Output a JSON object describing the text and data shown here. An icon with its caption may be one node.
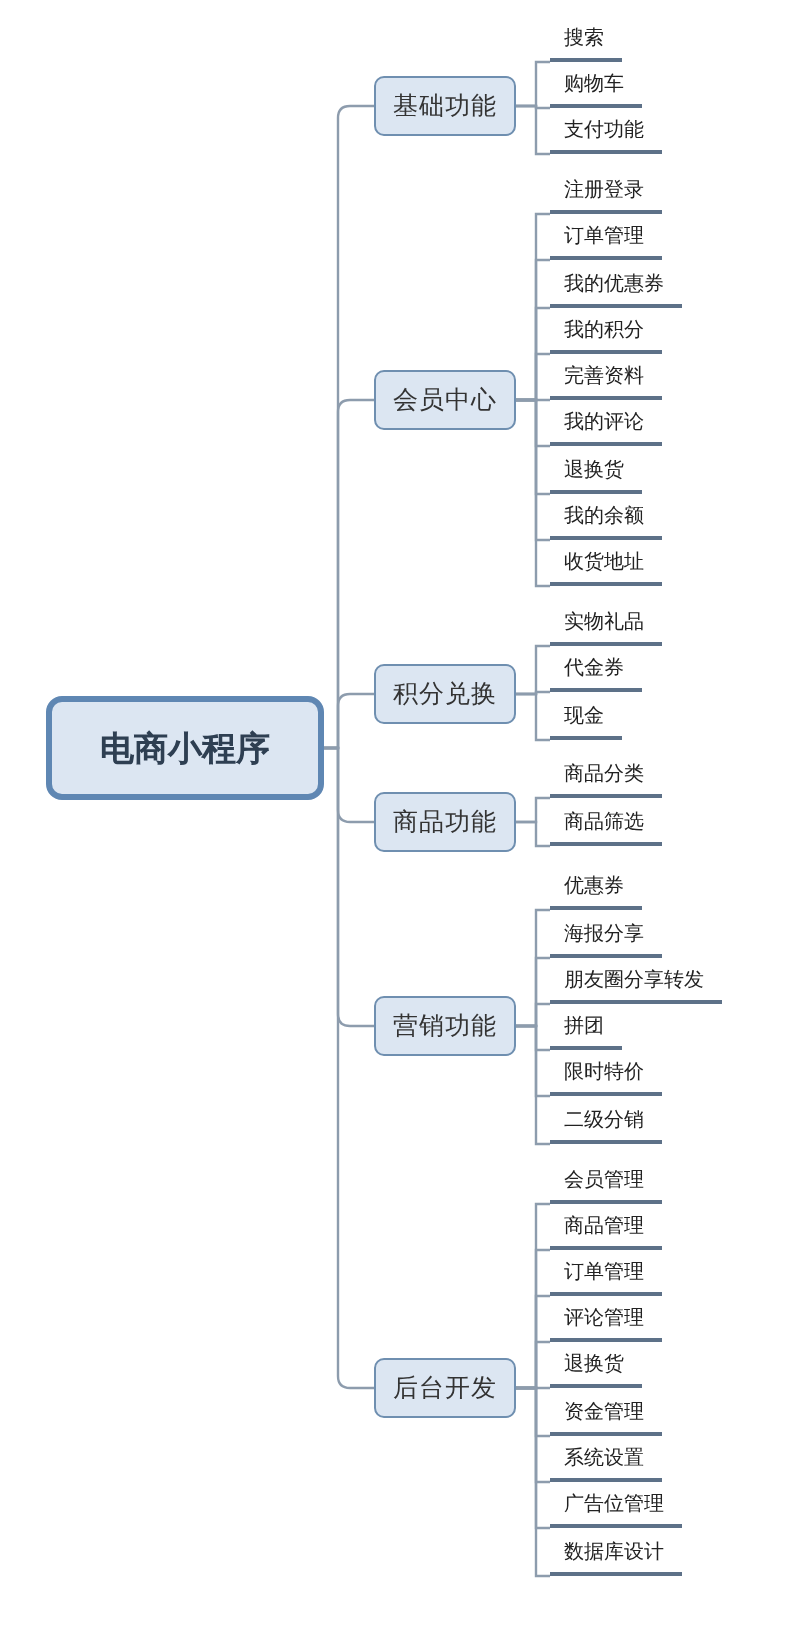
{
  "diagram": {
    "nodes": [
      {
        "text": [
          "电商小程序"
        ]
      },
      {
        "text": [
          "基础功能"
        ]
      },
      {
        "text": [
          "搜索"
        ]
      },
      {
        "text": [
          "购物车"
        ]
      },
      {
        "text": [
          "支付功能"
        ]
      },
      {
        "text": [
          "会员中心"
        ]
      },
      {
        "text": [
          "注册登录"
        ]
      },
      {
        "text": [
          "订单管理"
        ]
      },
      {
        "text": [
          "我的优惠券"
        ]
      },
      {
        "text": [
          "我的积分"
        ]
      },
      {
        "text": [
          "完善资料"
        ]
      },
      {
        "text": [
          "我的评论"
        ]
      },
      {
        "text": [
          "退换货"
        ]
      },
      {
        "text": [
          "我的余额"
        ]
      },
      {
        "text": [
          "收货地址"
        ]
      },
      {
        "text": [
          "积分兑换"
        ]
      },
      {
        "text": [
          "实物礼品"
        ]
      },
      {
        "text": [
          "代金券"
        ]
      },
      {
        "text": [
          "现金"
        ]
      },
      {
        "text": [
          "商品功能"
        ]
      },
      {
        "text": [
          "商品分类"
        ]
      },
      {
        "text": [
          "商品筛选"
        ]
      },
      {
        "text": [
          "营销功能"
        ]
      },
      {
        "text": [
          "优惠券"
        ]
      },
      {
        "text": [
          "海报分享"
        ]
      },
      {
        "text": [
          "朋友圈分享转发"
        ]
      },
      {
        "text": [
          "拼团"
        ]
      },
      {
        "text": [
          "限时特价"
        ]
      },
      {
        "text": [
          "二级分销"
        ]
      },
      {
        "text": [
          "后台开发"
        ]
      },
      {
        "text": [
          "会员管理"
        ]
      },
      {
        "text": [
          "商品管理"
        ]
      },
      {
        "text": [
          "订单管理"
        ]
      },
      {
        "text": [
          "评论管理"
        ]
      },
      {
        "text": [
          "退换货"
        ]
      },
      {
        "text": [
          "资金管理"
        ]
      },
      {
        "text": [
          "系统设置"
        ]
      },
      {
        "text": [
          "广告位管理"
        ]
      },
      {
        "text": [
          "数据库设计"
        ]
      }
    ],
    "edges": [
      {
        "from": 0,
        "to": 1,
        "arrow": "none"
      },
      {
        "from": 1,
        "to": 2,
        "arrow": "none"
      },
      {
        "from": 1,
        "to": 3,
        "arrow": "none"
      },
      {
        "from": 1,
        "to": 4,
        "arrow": "none"
      },
      {
        "from": 0,
        "to": 5,
        "arrow": "none"
      },
      {
        "from": 5,
        "to": 6,
        "arrow": "none"
      },
      {
        "from": 5,
        "to": 7,
        "arrow": "none"
      },
      {
        "from": 5,
        "to": 8,
        "arrow": "none"
      },
      {
        "from": 5,
        "to": 9,
        "arrow": "none"
      },
      {
        "from": 5,
        "to": 10,
        "arrow": "none"
      },
      {
        "from": 5,
        "to": 11,
        "arrow": "none"
      },
      {
        "from": 5,
        "to": 12,
        "arrow": "none"
      },
      {
        "from": 5,
        "to": 13,
        "arrow": "none"
      },
      {
        "from": 5,
        "to": 14,
        "arrow": "none"
      },
      {
        "from": 0,
        "to": 15,
        "arrow": "none"
      },
      {
        "from": 15,
        "to": 16,
        "arrow": "none"
      },
      {
        "from": 15,
        "to": 17,
        "arrow": "none"
      },
      {
        "from": 15,
        "to": 18,
        "arrow": "none"
      },
      {
        "from": 0,
        "to": 19,
        "arrow": "none"
      },
      {
        "from": 19,
        "to": 20,
        "arrow": "none"
      },
      {
        "from": 19,
        "to": 21,
        "arrow": "none"
      },
      {
        "from": 0,
        "to": 22,
        "arrow": "none"
      },
      {
        "from": 22,
        "to": 23,
        "arrow": "none"
      },
      {
        "from": 22,
        "to": 24,
        "arrow": "none"
      },
      {
        "from": 22,
        "to": 25,
        "arrow": "none"
      },
      {
        "from": 22,
        "to": 26,
        "arrow": "none"
      },
      {
        "from": 22,
        "to": 27,
        "arrow": "none"
      },
      {
        "from": 22,
        "to": 28,
        "arrow": "none"
      },
      {
        "from": 0,
        "to": 29,
        "arrow": "none"
      },
      {
        "from": 29,
        "to": 30,
        "arrow": "none"
      },
      {
        "from": 29,
        "to": 31,
        "arrow": "none"
      },
      {
        "from": 29,
        "to": 32,
        "arrow": "none"
      },
      {
        "from": 29,
        "to": 33,
        "arrow": "none"
      },
      {
        "from": 29,
        "to": 34,
        "arrow": "none"
      },
      {
        "from": 29,
        "to": 35,
        "arrow": "none"
      },
      {
        "from": 29,
        "to": 36,
        "arrow": "none"
      },
      {
        "from": 29,
        "to": 37,
        "arrow": "none"
      },
      {
        "from": 29,
        "to": 38,
        "arrow": "none"
      }
    ]
  }
}
